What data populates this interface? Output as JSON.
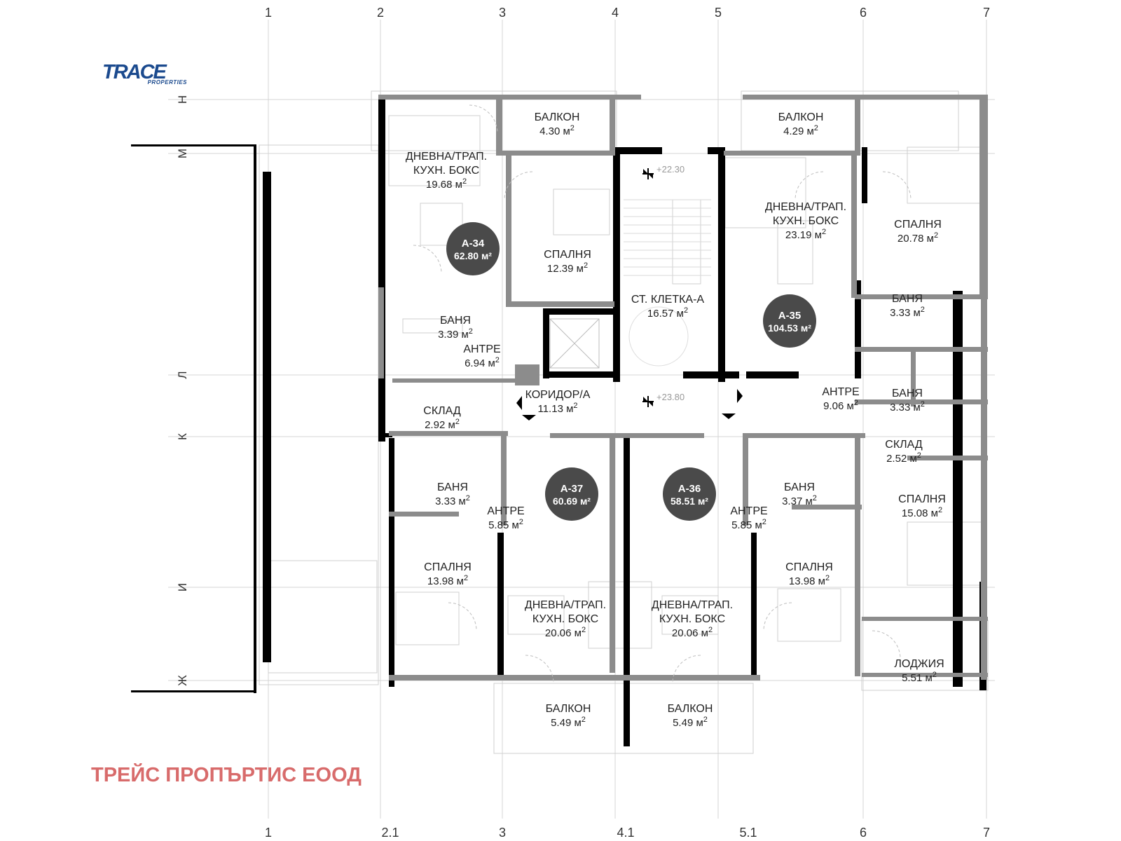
{
  "logo": {
    "main": "TRACE",
    "sub": "PROPERTIES"
  },
  "company": "ТРЕЙС ПРОПЪРТИС ЕООД",
  "grid": {
    "top": [
      "1",
      "2",
      "3",
      "4",
      "5",
      "6",
      "7"
    ],
    "bottom": [
      "1",
      "2.1",
      "3",
      "4.1",
      "5.1",
      "6",
      "7"
    ],
    "left": [
      "Н",
      "М",
      "Л",
      "К",
      "И",
      "Ж"
    ]
  },
  "levels": [
    "+22.30",
    "+23.80"
  ],
  "rooms": [
    {
      "name": "БАЛКОН",
      "area": "4.30 м"
    },
    {
      "name": "БАЛКОН",
      "area": "4.29 м"
    },
    {
      "name": "ДНЕВНА/ТРАП.|КУХН. БОКС",
      "area": "19.68 м"
    },
    {
      "name": "ДНЕВНА/ТРАП.|КУХН. БОКС",
      "area": "23.19 м"
    },
    {
      "name": "СПАЛНЯ",
      "area": "20.78 м"
    },
    {
      "name": "СПАЛНЯ",
      "area": "12.39 м"
    },
    {
      "name": "СТ. КЛЕТКА-А",
      "area": "16.57 м"
    },
    {
      "name": "БАНЯ",
      "area": "3.39 м"
    },
    {
      "name": "АНТРЕ",
      "area": "6.94 м"
    },
    {
      "name": "БАНЯ",
      "area": "3.33 м"
    },
    {
      "name": "КОРИДОР/А",
      "area": "11.13 м"
    },
    {
      "name": "АНТРЕ",
      "area": "9.06 м"
    },
    {
      "name": "БАНЯ",
      "area": "3.33 м"
    },
    {
      "name": "СКЛАД",
      "area": "2.92 м"
    },
    {
      "name": "СКЛАД",
      "area": "2.52 м"
    },
    {
      "name": "БАНЯ",
      "area": "3.33 м"
    },
    {
      "name": "БАНЯ",
      "area": "3.37 м"
    },
    {
      "name": "СПАЛНЯ",
      "area": "15.08 м"
    },
    {
      "name": "АНТРЕ",
      "area": "5.85 м"
    },
    {
      "name": "АНТРЕ",
      "area": "5.85 м"
    },
    {
      "name": "СПАЛНЯ",
      "area": "13.98 м"
    },
    {
      "name": "СПАЛНЯ",
      "area": "13.98 м"
    },
    {
      "name": "ДНЕВНА/ТРАП.|КУХН. БОКС",
      "area": "20.06 м"
    },
    {
      "name": "ДНЕВНА/ТРАП.|КУХН. БОКС",
      "area": "20.06 м"
    },
    {
      "name": "ЛОДЖИЯ",
      "area": "5.51 м"
    },
    {
      "name": "БАЛКОН",
      "area": "5.49 м"
    },
    {
      "name": "БАЛКОН",
      "area": "5.49 м"
    }
  ],
  "area_exponent": "2",
  "apartments": [
    {
      "id": "А-34",
      "area": "62.80 м²"
    },
    {
      "id": "А-35",
      "area": "104.53 м²"
    },
    {
      "id": "А-37",
      "area": "60.69 м²"
    },
    {
      "id": "А-36",
      "area": "58.51 м²"
    }
  ],
  "colors": {
    "wall_black": "#000000",
    "wall_gray": "#8c8c8c",
    "badge": "#4a4a4a",
    "grid_line": "#d4d4d4",
    "logo": "#1b4a8e",
    "company": "#d86b6b"
  }
}
